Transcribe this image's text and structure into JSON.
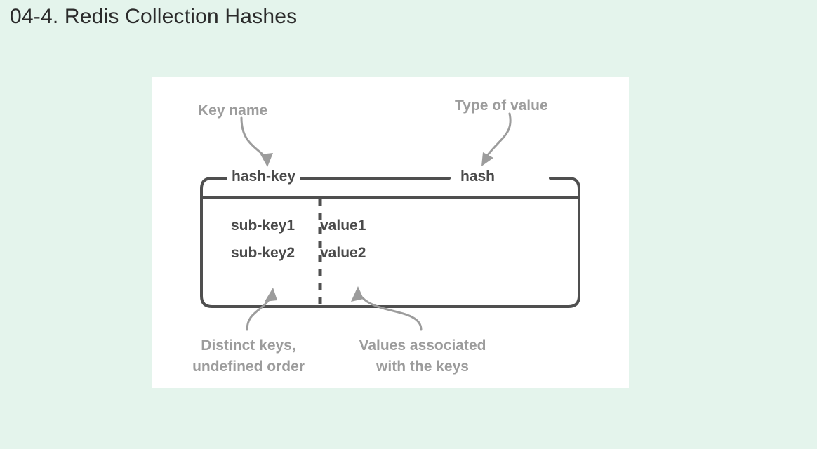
{
  "slide": {
    "title": "04-4. Redis Collection Hashes",
    "background_color": "#e4f4ec",
    "panel_color": "#ffffff"
  },
  "diagram": {
    "type": "redis-hash-structure",
    "stroke_color": "#4f4f4f",
    "annotation_color": "#9c9c9c",
    "text_color": "#4a4a4a",
    "header": {
      "key_name": "hash-key",
      "value_type": "hash"
    },
    "annotations": {
      "key_name": "Key name",
      "type_of_value": "Type of value",
      "distinct_keys_line1": "Distinct keys,",
      "distinct_keys_line2": "undefined order",
      "values_assoc_line1": "Values associated",
      "values_assoc_line2": "with the keys"
    },
    "rows": [
      {
        "key": "sub-key1",
        "value": "value1"
      },
      {
        "key": "sub-key2",
        "value": "value2"
      }
    ]
  }
}
